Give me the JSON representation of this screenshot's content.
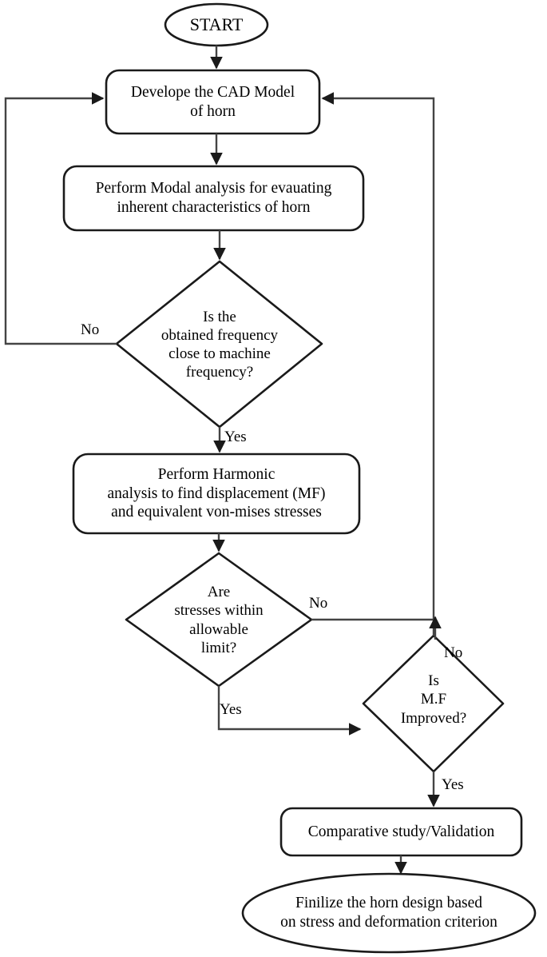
{
  "diagram": {
    "title": "Horn design analysis flowchart",
    "stroke_color": "#1a1a1a",
    "fill_color": "#ffffff",
    "text_color": "#000000"
  },
  "nodes": {
    "start": {
      "shape": "ellipse",
      "label": "START"
    },
    "cad_model": {
      "shape": "rounded-rect",
      "line1": "Develope the CAD Model",
      "line2": "of horn"
    },
    "modal_analysis": {
      "shape": "rounded-rect",
      "line1": "Perform Modal analysis for evauating",
      "line2": "inherent characteristics of horn"
    },
    "freq_decision": {
      "shape": "diamond",
      "line1": "Is the",
      "line2": "obtained frequency",
      "line3": "close to machine",
      "line4": "frequency?"
    },
    "harmonic_analysis": {
      "shape": "rounded-rect",
      "line1": "Perform Harmonic",
      "line2": "analysis to find displacement (MF)",
      "line3": "and equivalent von-mises stresses"
    },
    "stress_decision": {
      "shape": "diamond",
      "line1": "Are",
      "line2": "stresses within",
      "line3": "allowable",
      "line4": "limit?"
    },
    "mf_decision": {
      "shape": "diamond",
      "line1": "Is",
      "line2": "M.F",
      "line3": "Improved?"
    },
    "comparative": {
      "shape": "rounded-rect",
      "label": "Comparative study/Validation"
    },
    "finalize": {
      "shape": "ellipse",
      "line1": "Finilize the horn design based",
      "line2": "on stress and deformation criterion"
    }
  },
  "edge_labels": {
    "freq_no": "No",
    "freq_yes": "Yes",
    "stress_no": "No",
    "stress_yes": "Yes",
    "mf_no": "No",
    "mf_yes": "Yes"
  }
}
